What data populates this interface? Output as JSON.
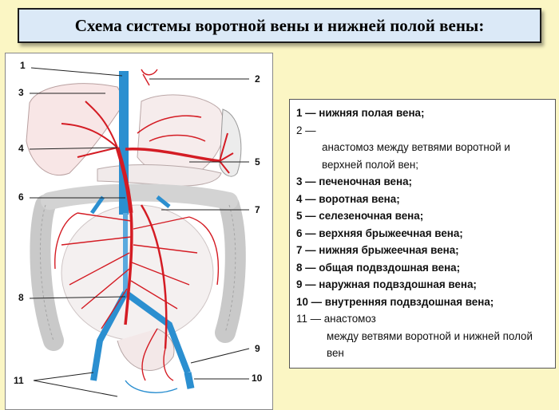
{
  "title": "Схема системы воротной вены и нижней полой вены:",
  "callouts": [
    "1",
    "2",
    "3",
    "4",
    "5",
    "6",
    "7",
    "8",
    "9",
    "10",
    "11"
  ],
  "legend": {
    "item1": "1 — нижняя полая вена;",
    "item2": "2 —",
    "item2_text": "анастомоз между ветвями воротной и верхней полой вен;",
    "item3": "3 — печеночная вена;",
    "item4": "4 — воротная вена;",
    "item5": "5 — селезеночная вена;",
    "item6": "6 — верхняя брыжеечная вена;",
    "item7": "7 — нижняя брыжеечная вена;",
    "item8": "8 — общая подвздошная вена;",
    "item9": "9 — наружная подвздошная вена;",
    "item10": "10 — внутренняя подвздошная вена;",
    "item11": "11 — анастомоз",
    "item11_text": "между ветвями воротной и нижней полой вен"
  },
  "colors": {
    "portal_red": "#d41c24",
    "cava_blue": "#2b8fd0",
    "title_bg": "#dbe9f7",
    "page_bg": "#fbf6c4"
  }
}
